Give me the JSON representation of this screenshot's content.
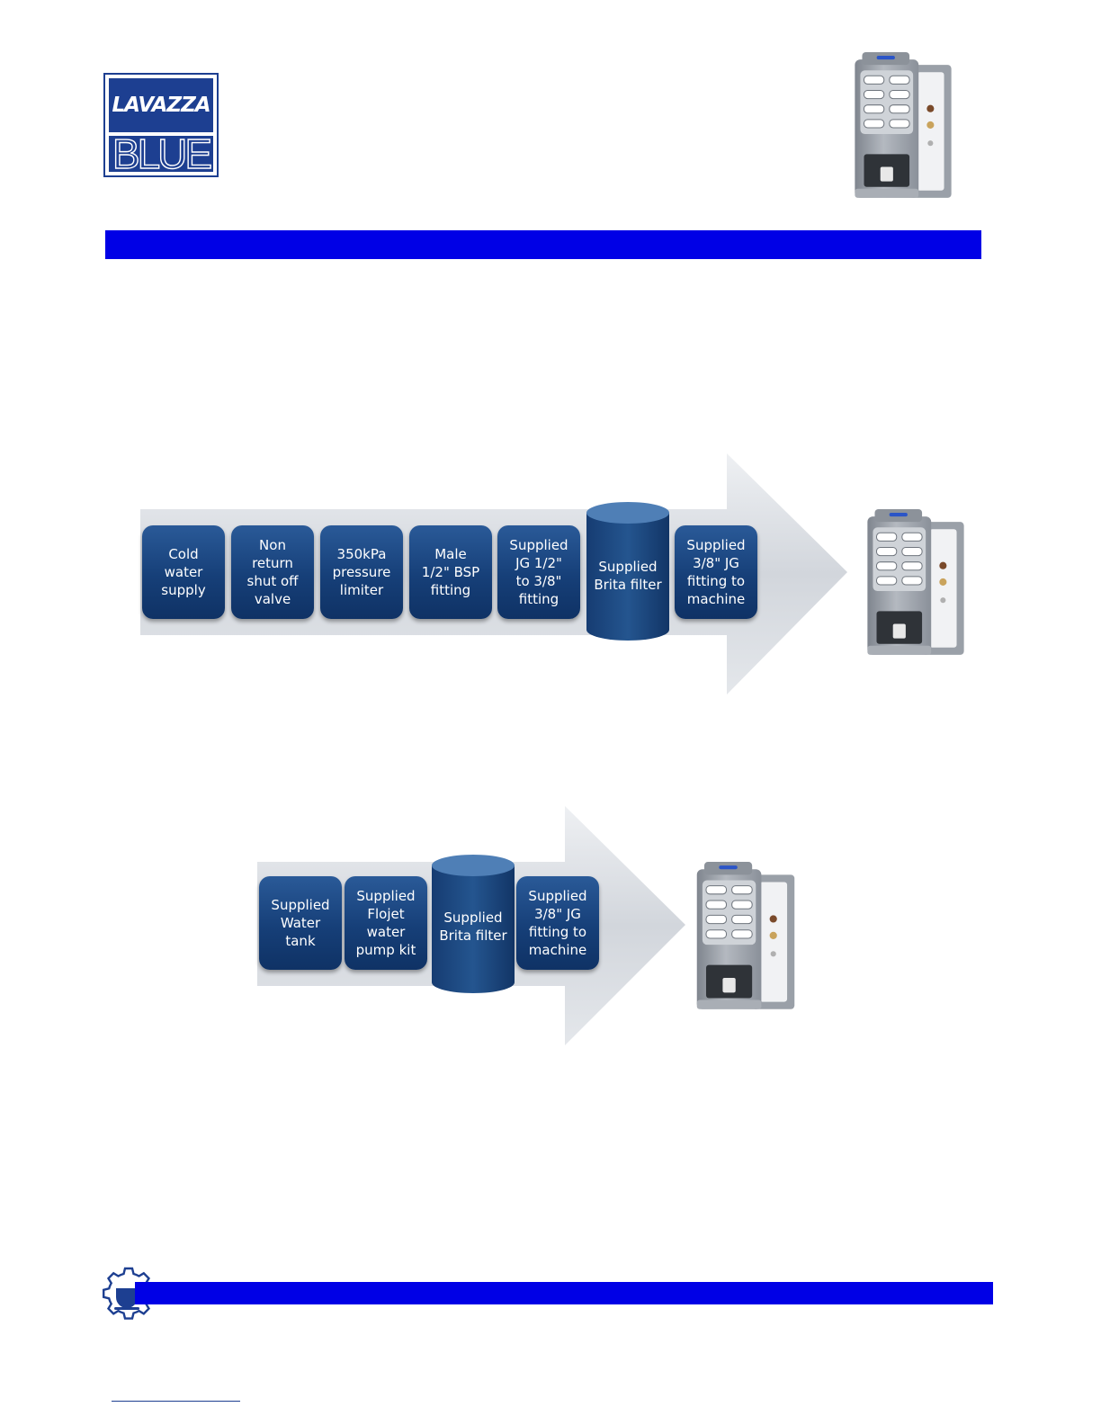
{
  "logo": {
    "line1": "LAVAZZA",
    "line2": "BLUE"
  },
  "colors": {
    "brand_blue": "#0000e6",
    "node_blue": "#163f78",
    "arrow_grey": "#d4d8de",
    "machine_grey": "#8e949c"
  },
  "icons": {
    "footer": "gear-coffee-cup-icon",
    "machine": "coffee-vending-machine"
  },
  "flow_mains": {
    "steps": [
      "Cold\nwater\nsupply",
      "Non\nreturn\nshut off\nvalve",
      "350kPa\npressure\nlimiter",
      "Male\n1/2\" BSP\nfitting",
      "Supplied\nJG 1/2\"\nto 3/8\"\nfitting"
    ],
    "filter": "Supplied\nBrita filter",
    "last_step": "Supplied\n3/8\" JG\nfitting to\nmachine"
  },
  "flow_tank": {
    "steps": [
      "Supplied\nWater\ntank",
      "Supplied\nFlojet\nwater\npump kit"
    ],
    "filter": "Supplied\nBrita filter",
    "last_step": "Supplied\n3/8\" JG\nfitting to\nmachine"
  }
}
